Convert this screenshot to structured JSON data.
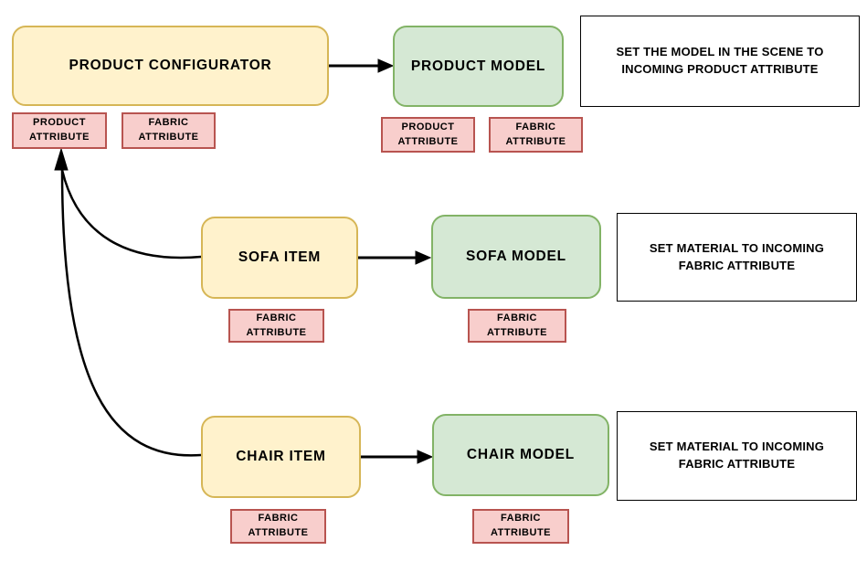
{
  "nodes": {
    "product_configurator": "PRODUCT CONFIGURATOR",
    "product_model": "PRODUCT MODEL",
    "sofa_item": "SOFA ITEM",
    "sofa_model": "SOFA MODEL",
    "chair_item": "CHAIR ITEM",
    "chair_model": "CHAIR MODEL"
  },
  "attribute_badges": {
    "product": "PRODUCT\nATTRIBUTE",
    "fabric": "FABRIC\nATTRIBUTE"
  },
  "notes": {
    "product_model_note": "SET THE MODEL IN THE SCENE TO\nINCOMING PRODUCT ATTRIBUTE",
    "sofa_model_note": "SET MATERIAL TO INCOMING\nFABRIC ATTRIBUTE",
    "chair_model_note": "SET MATERIAL TO INCOMING\nFABRIC ATTRIBUTE"
  },
  "colors": {
    "item_fill": "#FFF2CC",
    "item_stroke": "#D6B656",
    "model_fill": "#D5E8D4",
    "model_stroke": "#82B366",
    "attribute_fill": "#F8CECC",
    "attribute_stroke": "#B85450",
    "note_fill": "#FFFFFF",
    "note_stroke": "#000000",
    "connector": "#000000"
  }
}
